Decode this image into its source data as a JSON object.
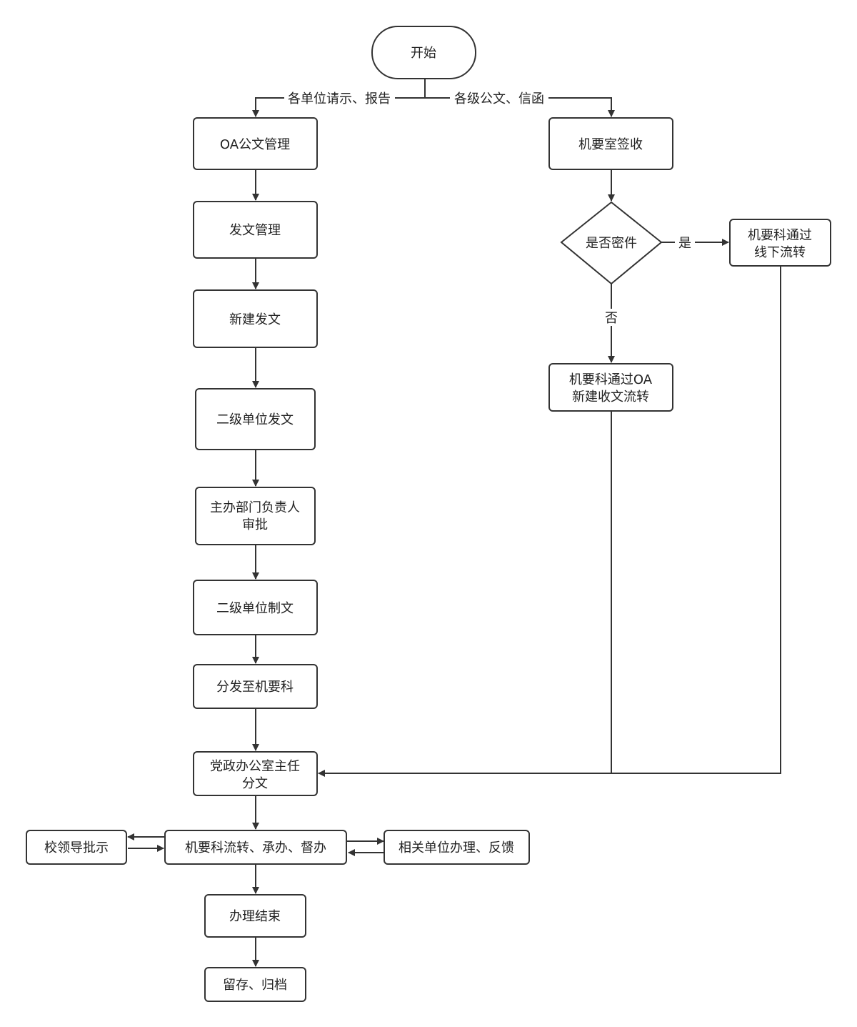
{
  "nodes": {
    "start": "开始",
    "oa_doc_mgmt": "OA公文管理",
    "dispatch_mgmt": "发文管理",
    "new_dispatch": "新建发文",
    "secondary_dispatch": "二级单位发文",
    "dept_head_approval_line1": "主办部门负责人",
    "dept_head_approval_line2": "审批",
    "secondary_drafting": "二级单位制文",
    "distribute_to_confidential": "分发至机要科",
    "office_director_line1": "党政办公室主任",
    "office_director_line2": "分文",
    "confidential_flow": "机要科流转、承办、督办",
    "school_leader_instruction": "校领导批示",
    "related_units_handle": "相关单位办理、反馈",
    "handling_complete": "办理结束",
    "archive": "留存、归档",
    "confidential_room_receive": "机要室签收",
    "is_classified": "是否密件",
    "offline_flow_line1": "机要科通过",
    "offline_flow_line2": "线下流转",
    "oa_receive_flow_line1": "机要科通过OA",
    "oa_receive_flow_line2": "新建收文流转"
  },
  "edge_labels": {
    "left_branch": "各单位请示、报告",
    "right_branch": "各级公文、信函",
    "yes": "是",
    "no": "否"
  },
  "colors": {
    "stroke": "#333333",
    "text": "#222222",
    "node_fill": "#ffffff",
    "background": "#ffffff"
  }
}
